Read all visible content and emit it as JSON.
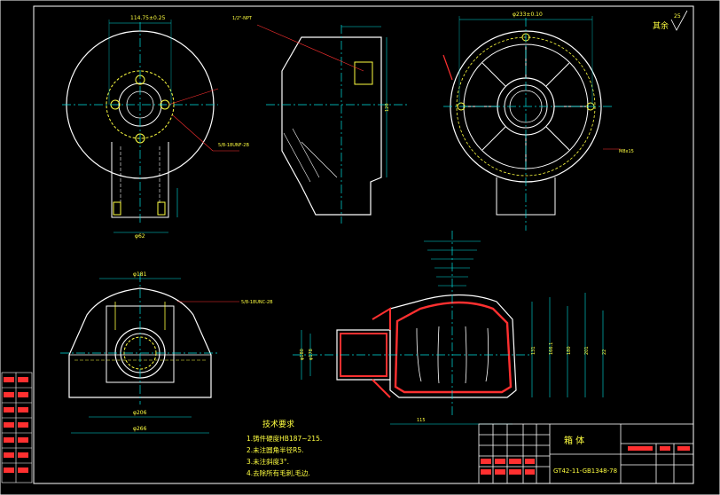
{
  "title_block": {
    "part_name": "箱 体",
    "drawing_no": "GT42-11-GB1348-78"
  },
  "tech_requirements": {
    "heading": "技术要求",
    "items": [
      "1.铸件硬度HB187~215.",
      "2.未注圆角半径R5.",
      "3.未注斜度3°.",
      "4.去除所有毛刺,毛边."
    ]
  },
  "roughness_note": "其余",
  "roughness_value": "25",
  "thread_notes": [
    "1/2\"-NPT",
    "5/8-18UNF-2B",
    "5/8-18UNC-2B",
    "M8x15"
  ],
  "dimensions": {
    "top_view_width": "114.75±0.25",
    "flange_width": "φ62",
    "side_height": "120",
    "right_diameter": "φ233±0.10",
    "front_width": "φ181",
    "front_base_a": "φ206",
    "front_base_b": "φ266",
    "section_bore": "φ180",
    "section_bore_b": "φ178",
    "section_dims": [
      "131",
      "166.1",
      "180",
      "201",
      "22",
      "115"
    ]
  }
}
